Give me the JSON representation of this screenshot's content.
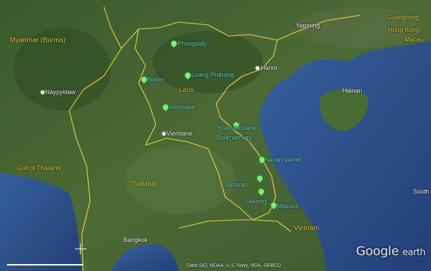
{
  "title": "Laos — Google Earth satellite view",
  "brand": {
    "name": "Google",
    "suffix": "earth"
  },
  "footer": "Data SIO, NOAA, U.S. Navy, NGA, GEBCO",
  "labels": {
    "myanmar": "Myanmar (Burma)",
    "laos": "Laos",
    "thailand": "Thailand",
    "vietnam": "Vietnam",
    "hanoi": "Hanoi",
    "hainan": "Hainan",
    "guangdong": "Guangdong",
    "hong_kong": "Hong Kong",
    "macau": "Macau",
    "nanning": "Nanning",
    "bangkok": "Bangkok",
    "gulf": "Gulf of Thailand",
    "vientiane_city": "Vientiane",
    "naypyidaw": "Naypyidaw",
    "south": "South"
  },
  "provinces": [
    {
      "name": "Phongsaly"
    },
    {
      "name": "Bokeo"
    },
    {
      "name": "Luang Prabang"
    },
    {
      "name": "Vientiane"
    },
    {
      "name": "Khammouane"
    },
    {
      "name": "Bolikhamxay"
    },
    {
      "name": "Savannakhet"
    },
    {
      "name": "Saravan"
    },
    {
      "name": "Sekong"
    },
    {
      "name": "Attapeu"
    }
  ],
  "colors": {
    "border": "#f1d545",
    "province": "#6fe2d2",
    "marker": "#7ef07a",
    "sea": "#2a4f8f"
  }
}
